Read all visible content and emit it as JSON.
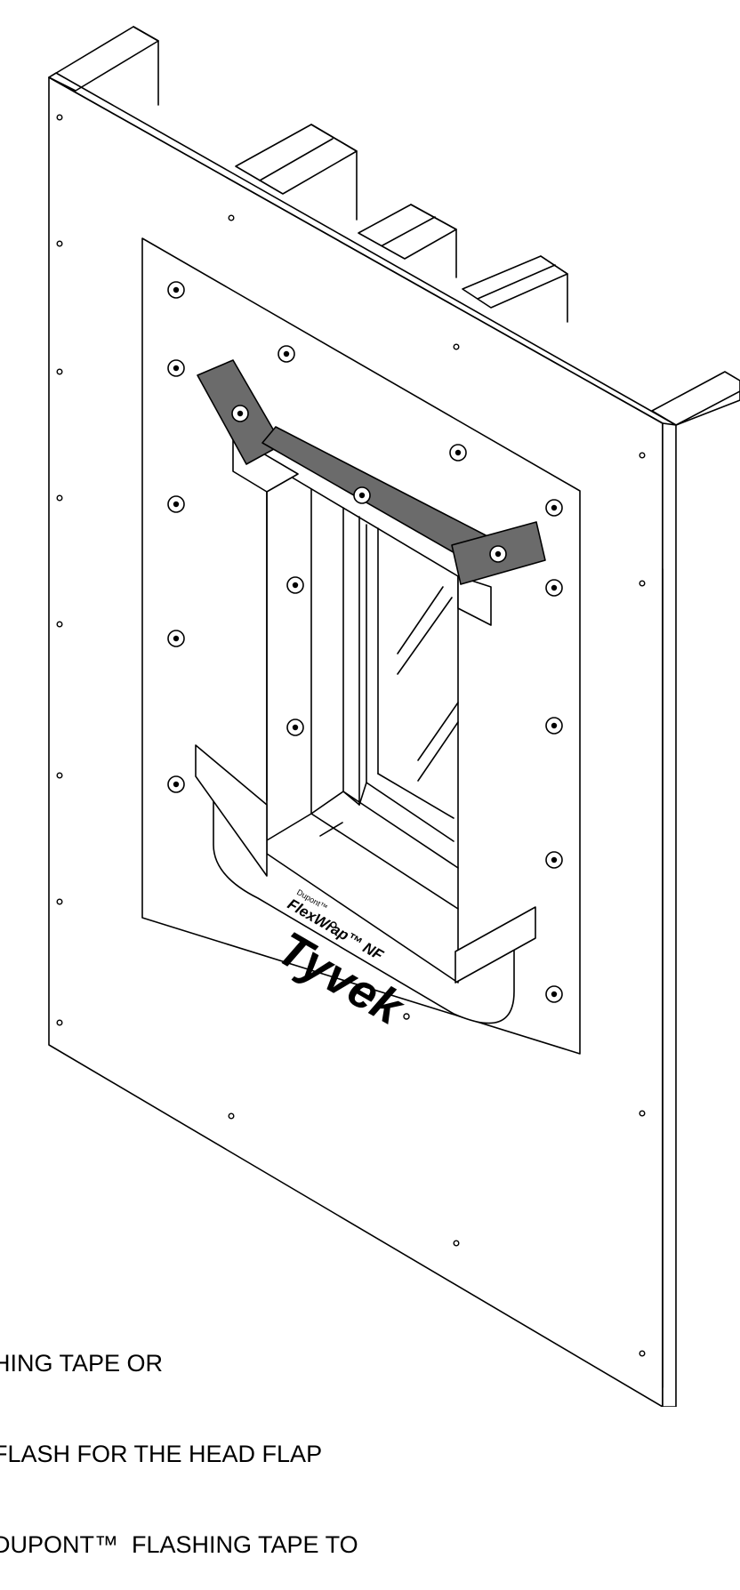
{
  "diagram": {
    "logo": {
      "brand_small": "Dupont™",
      "product": "FlexWrap™ NF",
      "brand": "Tyvek"
    },
    "caption_lines": [
      "HING TAPE OR",
      "FLASH FOR THE HEAD FLAP",
      "DUPONT™  FLASHING TAPE TO"
    ],
    "colors": {
      "tape": "#6b6b6b",
      "line": "#000000",
      "background": "#ffffff"
    }
  }
}
